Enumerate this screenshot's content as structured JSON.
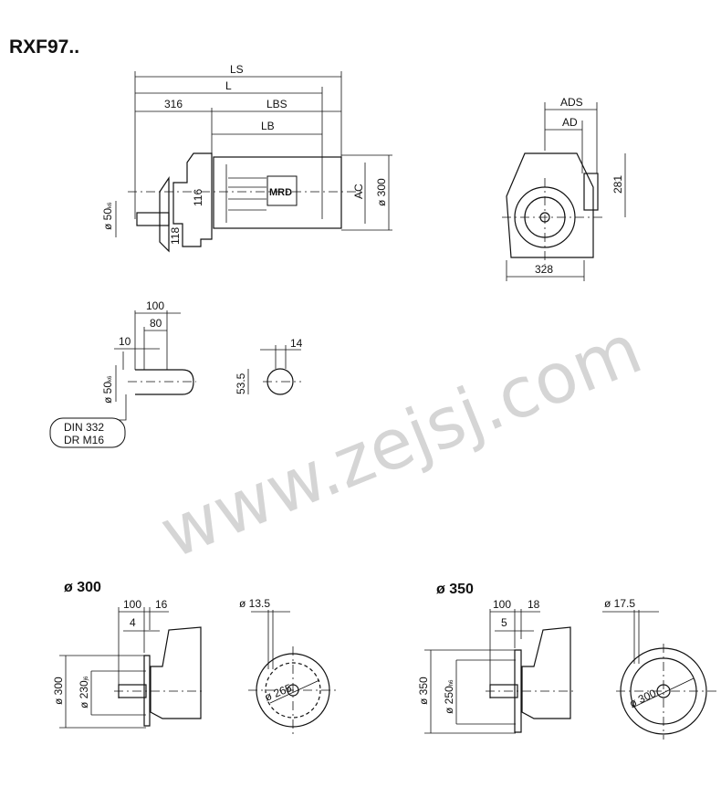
{
  "title": "RXF97..",
  "watermark": "www.zejsj.com",
  "side_view": {
    "ls": "LS",
    "l": "L",
    "d316": "316",
    "lbs": "LBS",
    "lb": "LB",
    "motor_label": "MRD",
    "ac": "AC",
    "d300": "ø 300",
    "shaft": "ø 50",
    "shaft_tol": "k6",
    "d116": "116",
    "d118": "118"
  },
  "end_view": {
    "ads": "ADS",
    "ad": "AD",
    "d281": "281",
    "d328": "328"
  },
  "shaft_detail": {
    "d100": "100",
    "d80": "80",
    "d10": "10",
    "shaft": "ø 50",
    "shaft_tol": "k6",
    "din1": "DIN 332",
    "din2": "DR M16"
  },
  "key_detail": {
    "d14": "14",
    "d53": "53.5"
  },
  "flange_300": {
    "title": "ø 300",
    "d100": "100",
    "d16": "16",
    "d4": "4",
    "outer": "ø 300",
    "spigot": "ø 230",
    "spigot_tol": "j6",
    "hole": "ø 13.5",
    "pcd": "ø 265"
  },
  "flange_350": {
    "title": "ø 350",
    "d100": "100",
    "d18": "18",
    "d5": "5",
    "outer": "ø 350",
    "spigot": "ø 250",
    "spigot_tol": "h6",
    "hole": "ø 17.5",
    "pcd": "ø 300"
  }
}
